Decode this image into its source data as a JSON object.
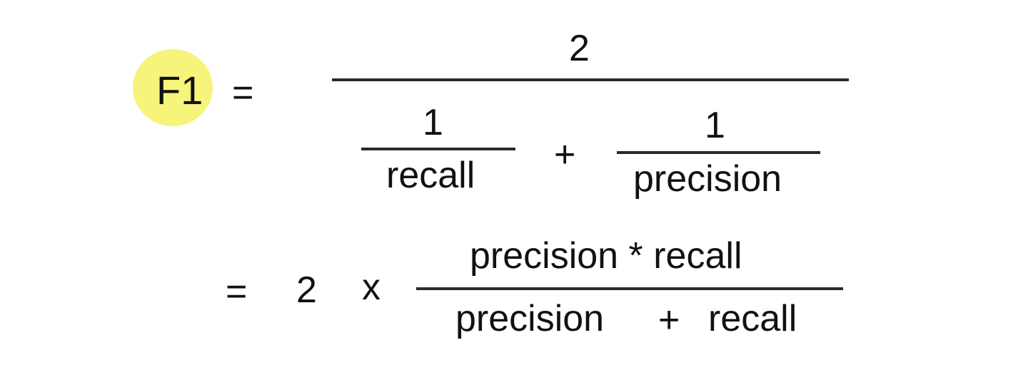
{
  "formula": {
    "lhs": {
      "label": "F1",
      "highlight_color": "#f6f47a"
    },
    "line1": {
      "equals": "=",
      "numerator": "2",
      "left_term": {
        "numerator": "1",
        "denominator": "recall"
      },
      "operator": "+",
      "right_term": {
        "numerator": "1",
        "denominator": "precision"
      }
    },
    "line2": {
      "equals": "=",
      "coefficient": "2",
      "times": "x",
      "numerator": "precision * recall",
      "denominator_left": "precision",
      "denominator_operator": "+",
      "denominator_right": "recall"
    }
  }
}
